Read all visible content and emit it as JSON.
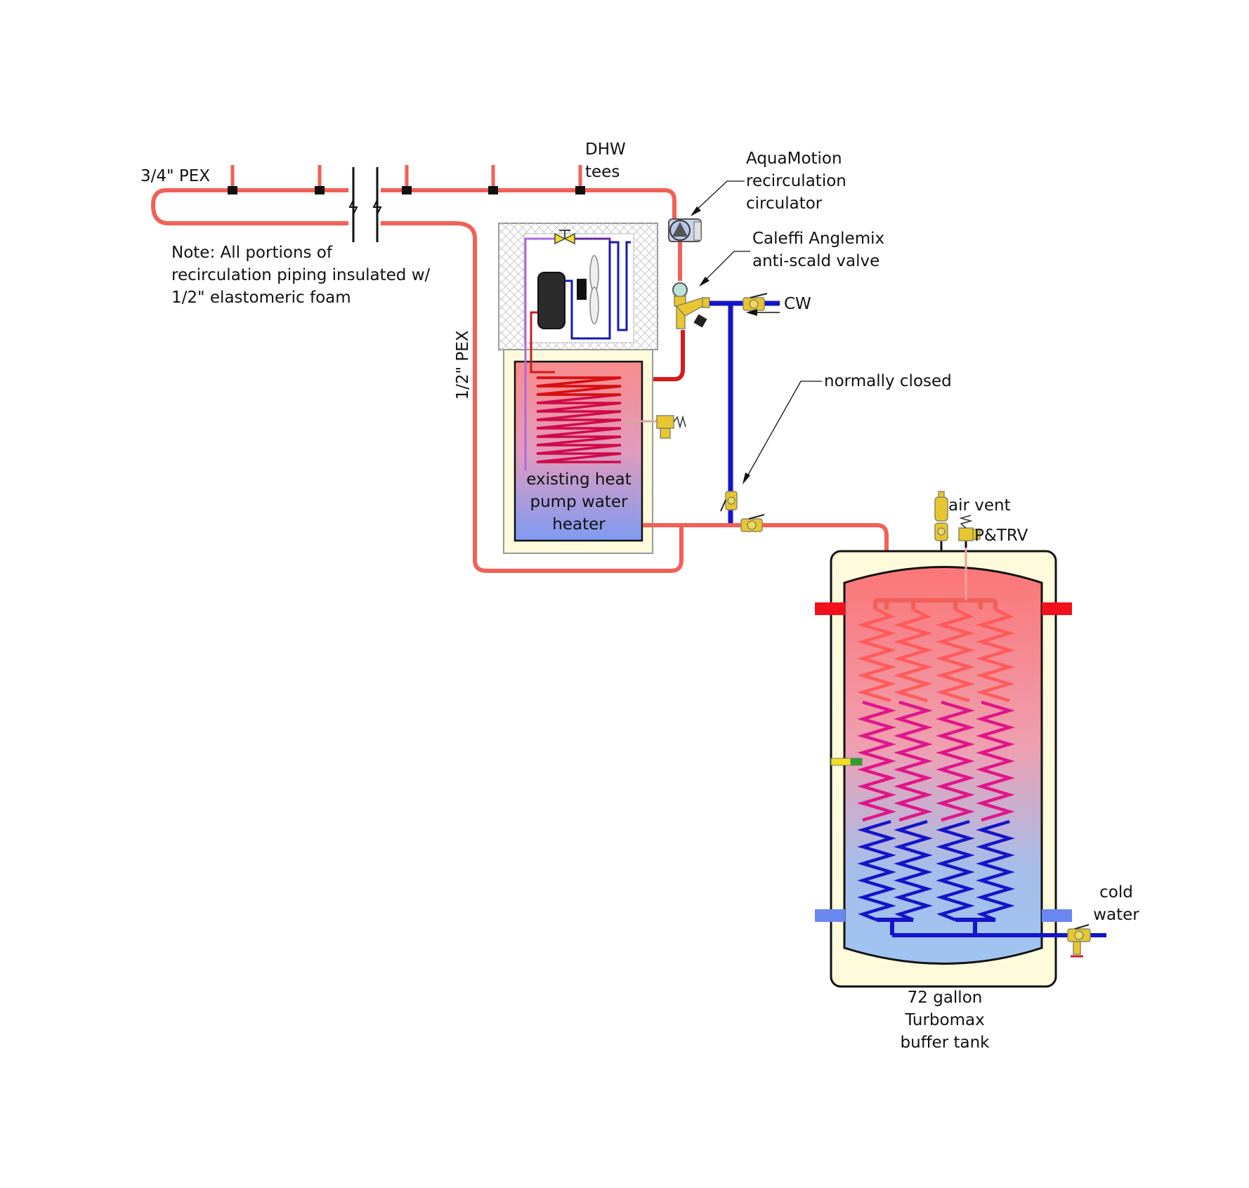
{
  "labels": {
    "pex_main": "3/4\" PEX",
    "dhw_tees_1": "DHW",
    "dhw_tees_2": "tees",
    "circ_1": "AquaMotion",
    "circ_2": "recirculation",
    "circ_3": "circulator",
    "valve_1": "Caleffi Anglemix",
    "valve_2": "anti-scald valve",
    "cw": "CW",
    "note_1": "Note:  All portions of",
    "note_2": "recirculation piping insulated w/",
    "note_3": "1/2\" elastomeric foam",
    "pex_return": "1/2\" PEX",
    "normally_closed": "normally closed",
    "hpwh_1": "existing heat",
    "hpwh_2": "pump water",
    "hpwh_3": "heater",
    "air_vent": "air vent",
    "ptrv": "P&TRV",
    "cold_1": "cold",
    "cold_2": "water",
    "tank_1": "72 gallon",
    "tank_2": "Turbomax",
    "tank_3": "buffer tank"
  },
  "colors": {
    "hot_pipe": "#f26055",
    "cold_pipe": "#1414c8",
    "fitting": "#e8c630",
    "insulation": "#fdfbdc"
  }
}
